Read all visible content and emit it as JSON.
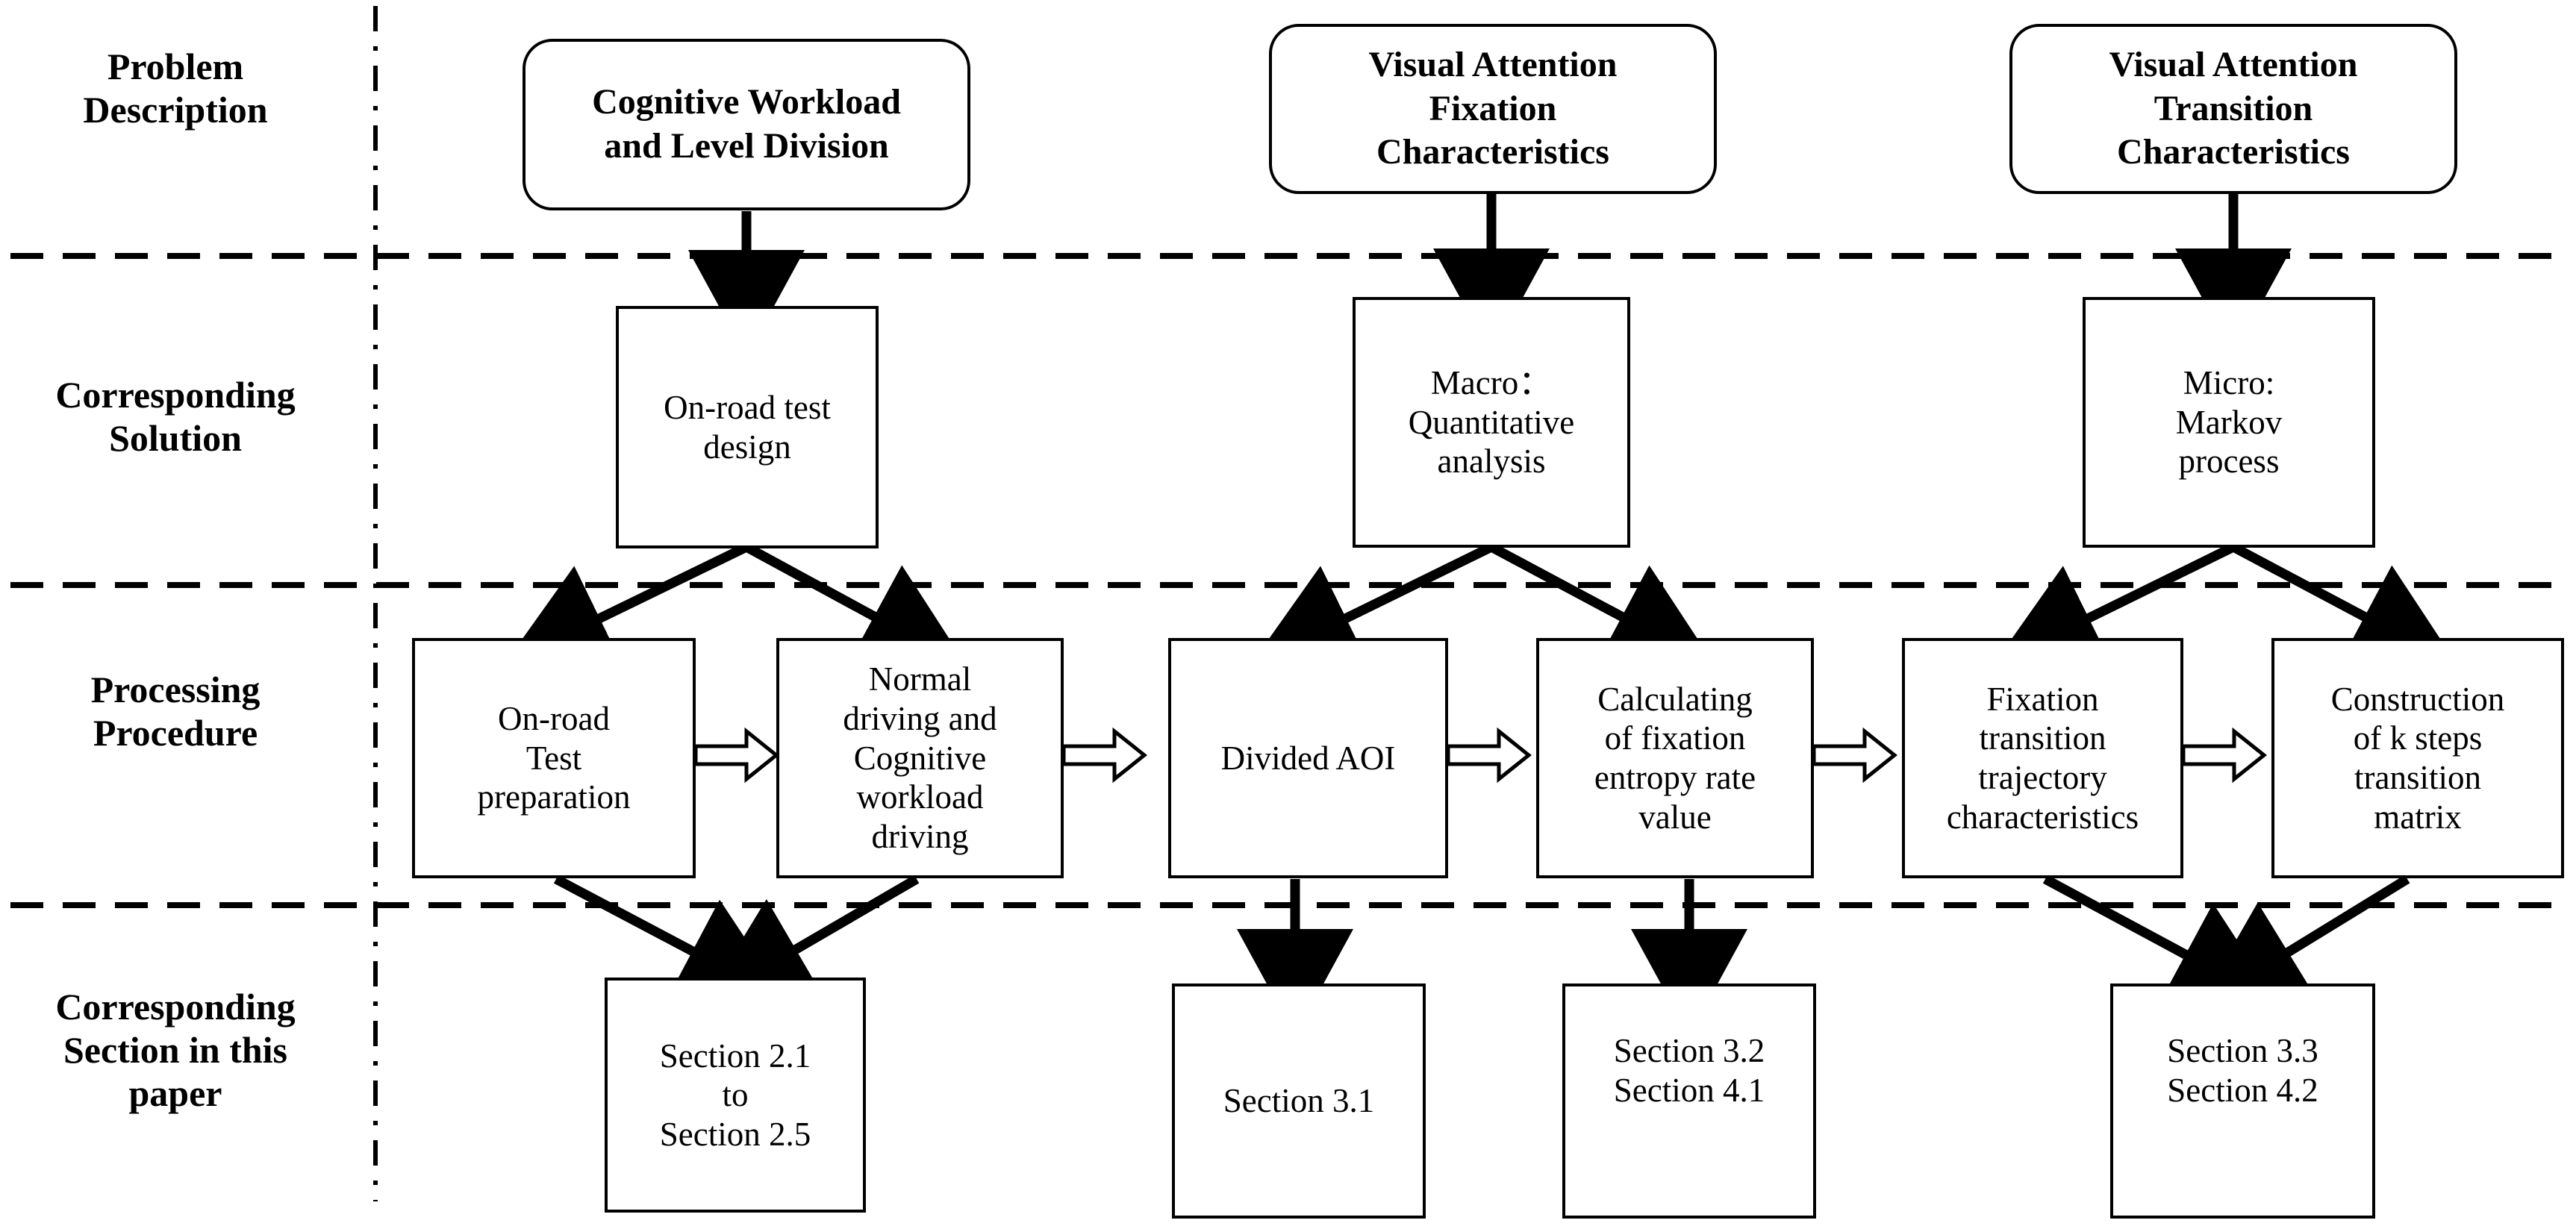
{
  "figure": {
    "kind": "research-framework-flowchart",
    "row_labels": [
      {
        "id": "problem-description",
        "text": "Problem\nDescription"
      },
      {
        "id": "corresponding-solution",
        "text": "Corresponding\nSolution"
      },
      {
        "id": "processing-procedure",
        "text": "Processing\nProcedure"
      },
      {
        "id": "corresponding-section",
        "text": "Corresponding\nSection in this\npaper"
      }
    ],
    "nodes": {
      "problem": [
        {
          "id": "problem-cognitive-workload",
          "text": "Cognitive Workload\nand Level Division"
        },
        {
          "id": "problem-fixation",
          "text": "Visual Attention\nFixation\nCharacteristics"
        },
        {
          "id": "problem-transition",
          "text": "Visual Attention\nTransition\nCharacteristics"
        }
      ],
      "solution": [
        {
          "id": "solution-onroad-test-design",
          "text": "On-road test\ndesign"
        },
        {
          "id": "solution-macro",
          "text": "Macro：\nQuantitative\nanalysis"
        },
        {
          "id": "solution-micro",
          "text": "Micro:\nMarkov\nprocess"
        }
      ],
      "procedure": [
        {
          "id": "proc-onroad-test-preparation",
          "text": "On-road\nTest\npreparation"
        },
        {
          "id": "proc-normal-cognitive-driving",
          "text": "Normal\ndriving and\nCognitive\nworkload\ndriving"
        },
        {
          "id": "proc-divided-aoi",
          "text": "Divided AOI"
        },
        {
          "id": "proc-fixation-entropy",
          "text": "Calculating\nof fixation\nentropy rate\nvalue"
        },
        {
          "id": "proc-fixation-trajectory",
          "text": "Fixation\ntransition\ntrajectory\ncharacteristics"
        },
        {
          "id": "proc-k-step-matrix",
          "text": "Construction\nof k steps\ntransition\nmatrix"
        }
      ],
      "sections": [
        {
          "id": "section-2-1-to-2-5",
          "text": "Section 2.1\nto\nSection 2.5"
        },
        {
          "id": "section-3-1",
          "text": "Section 3.1"
        },
        {
          "id": "section-3-2-4-1",
          "text": "Section 3.2\nSection 4.1"
        },
        {
          "id": "section-3-3-4-2",
          "text": "Section 3.3\nSection 4.2"
        }
      ]
    },
    "colors": {
      "stroke": "#000000",
      "fill": "#ffffff",
      "background": "#ffffff"
    }
  }
}
